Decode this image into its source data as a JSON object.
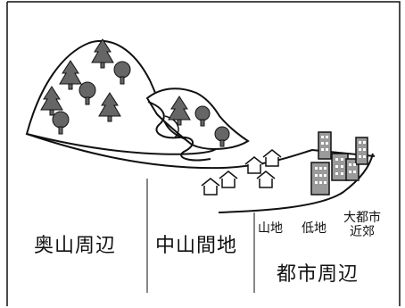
{
  "labels": {
    "okuyama": "奥山周辺",
    "nakayama": "中山間地",
    "toshi": "都市周辺",
    "sanchi": "山地",
    "teichi": "低地",
    "daitoshi_line1": "大都市",
    "daitoshi_line2": "近郊"
  },
  "colors": {
    "line": "#111111",
    "tree": "#666666",
    "building": "#9a9a9a",
    "window": "#ffffff"
  }
}
